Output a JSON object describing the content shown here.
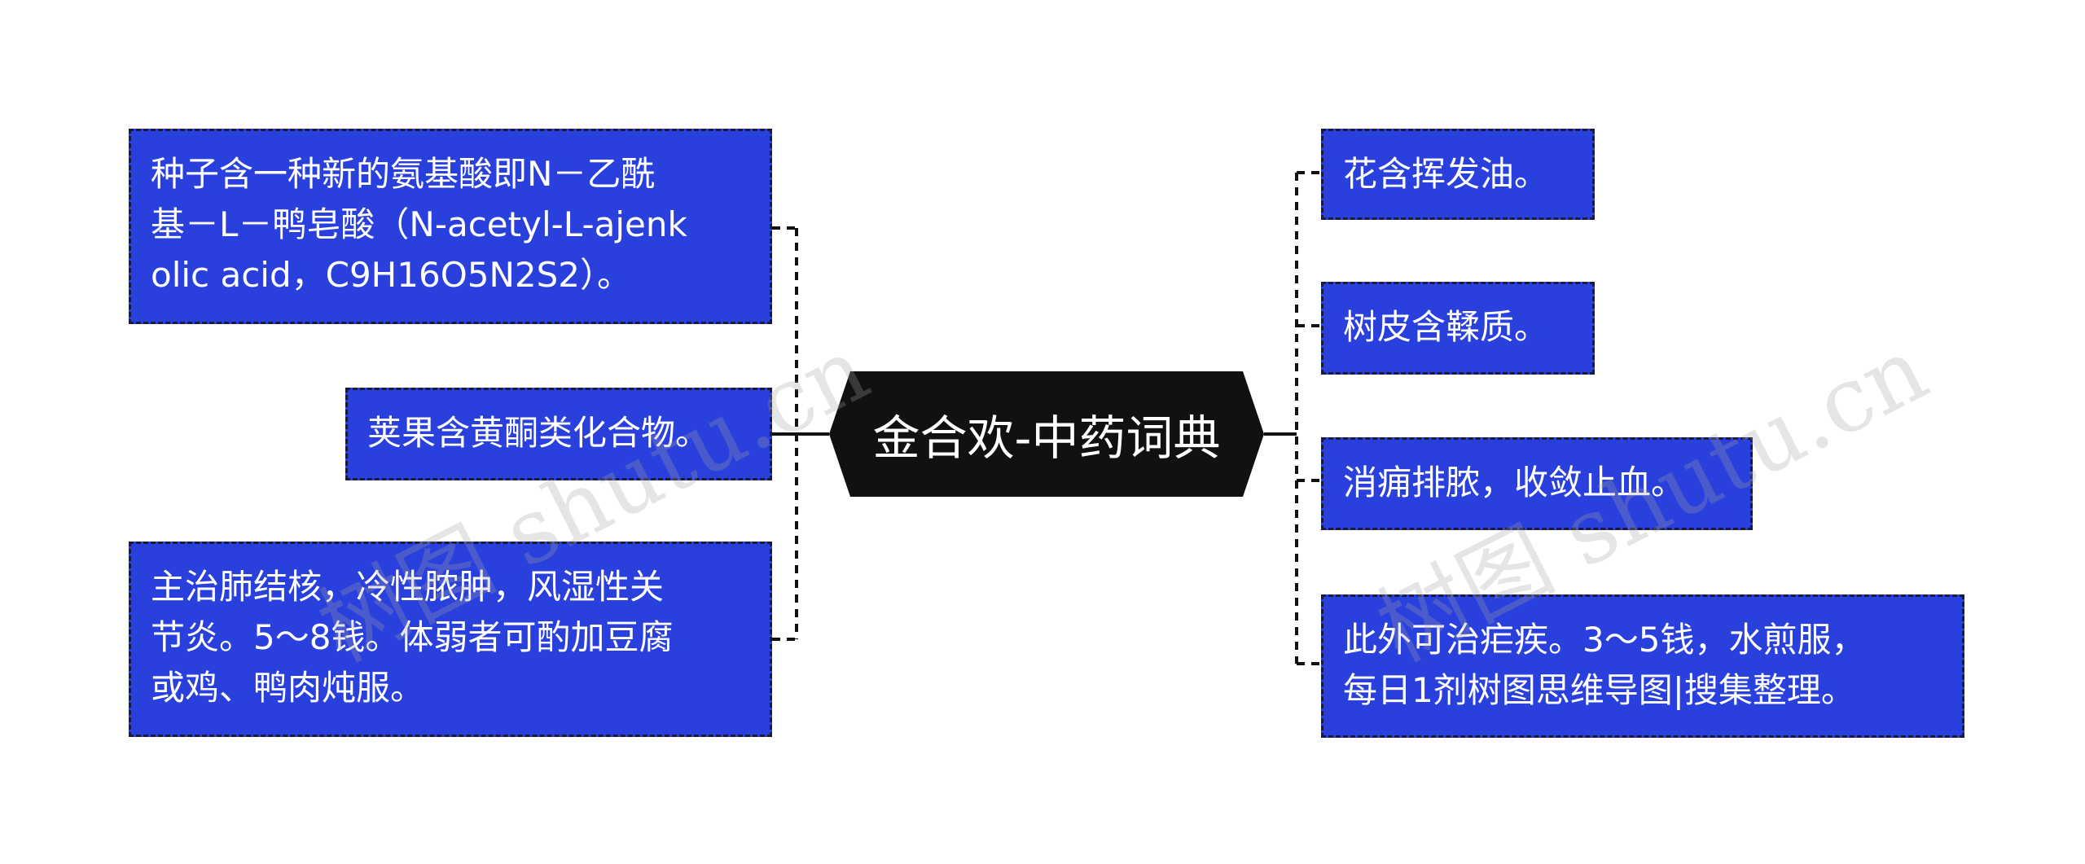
{
  "center": {
    "title": "金合欢-中药词典"
  },
  "left_nodes": [
    {
      "id": "seed",
      "text": "种子含一种新的氨基酸即N－乙酰\n基－L－鸭皂酸（N-acetyl-L-ajenk\nolic acid，C9H16O5N2S2）。"
    },
    {
      "id": "pod",
      "text": "荚果含黄酮类化合物。"
    },
    {
      "id": "indication",
      "text": "主治肺结核，冷性脓肿，风湿性关\n节炎。5～8钱。体弱者可酌加豆腐\n或鸡、鸭肉炖服。"
    }
  ],
  "right_nodes": [
    {
      "id": "flower",
      "text": "花含挥发油。"
    },
    {
      "id": "bark",
      "text": "树皮含鞣质。"
    },
    {
      "id": "effect",
      "text": "消痈排脓，收敛止血。"
    },
    {
      "id": "other",
      "text": "此外可治疟疾。3～5钱，水煎服，\n每日1剂树图思维导图|搜集整理。"
    }
  ],
  "watermarks": [
    "树图 shutu.cn",
    "树图 shutu.cn"
  ],
  "colors": {
    "node_fill": "#2a40dd",
    "node_border": "#1a1a3a",
    "center_fill": "#111111",
    "connector": "#111111"
  }
}
